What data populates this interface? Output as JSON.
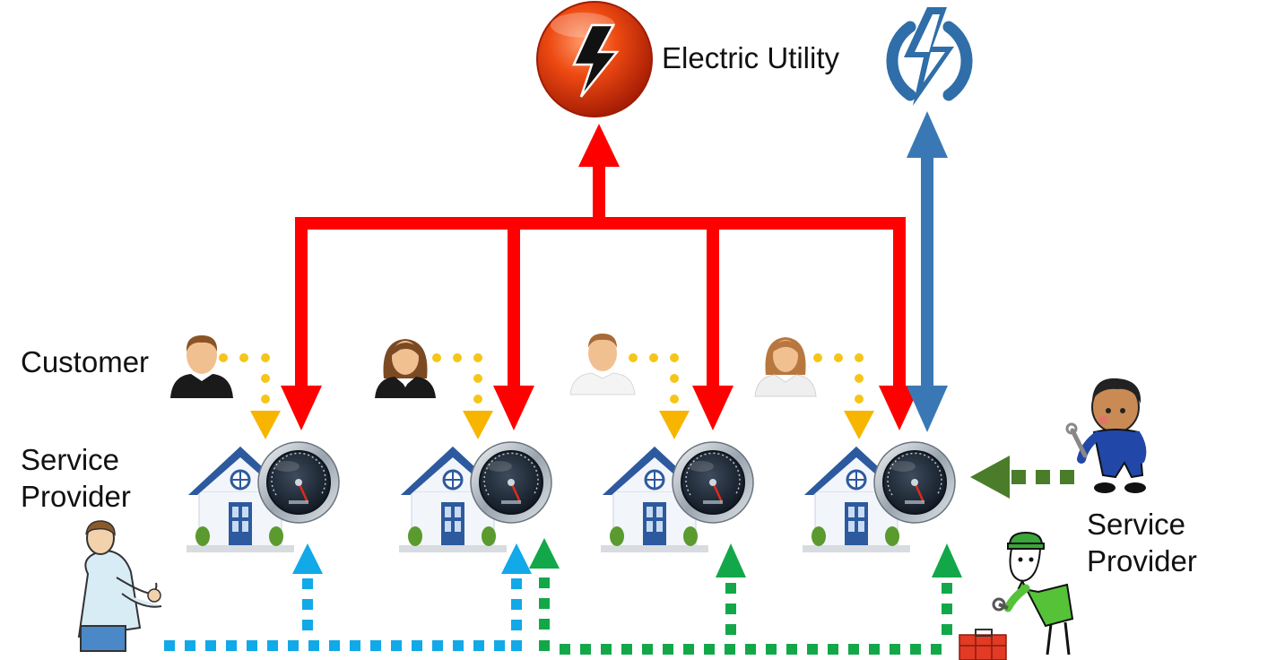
{
  "labels": {
    "electric_utility": "Electric Utility",
    "customer": "Customer",
    "service_provider_left": "Service\nProvider",
    "service_provider_right": "Service\nProvider"
  },
  "colors": {
    "utility_power_flow": "#ff0000",
    "utility_data_flow": "#3a78b5",
    "customer_link": "#f5c518",
    "customer_arrowhead": "#f7b500",
    "provider_blue": "#11a9e8",
    "provider_green": "#12a84a",
    "provider_dark_green": "#4a7c2a",
    "utility_icon_red": "#e8380d",
    "utility_icon_blue": "#2f6ea8",
    "house_roof": "#2d5a9e",
    "meter_dial": "#2c3a4a"
  },
  "icons": {
    "electric_utility_red": "lightning-orb-icon",
    "electric_utility_blue": "lightning-circle-icon",
    "customers": [
      "man-avatar-icon",
      "woman-avatar-icon",
      "man-avatar-light-icon",
      "woman-avatar-light-icon"
    ],
    "houses": [
      "house-with-meter-icon",
      "house-with-meter-icon",
      "house-with-meter-icon",
      "house-with-meter-icon"
    ],
    "service_providers": [
      "technician-cartoon-icon",
      "mechanic-cartoon-icon",
      "repairman-cartoon-icon"
    ],
    "toolbox": "toolbox-icon"
  }
}
